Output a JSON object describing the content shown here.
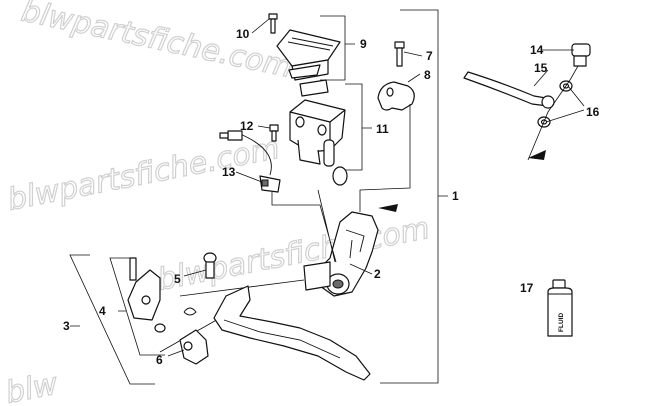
{
  "watermark": {
    "text": "blwpartsfiche.com",
    "partial_text": "blw"
  },
  "fluid_label": "FLUID",
  "callouts": [
    {
      "id": "c1",
      "label": "1"
    },
    {
      "id": "c2",
      "label": "2"
    },
    {
      "id": "c3",
      "label": "3"
    },
    {
      "id": "c4",
      "label": "4"
    },
    {
      "id": "c5",
      "label": "5"
    },
    {
      "id": "c6",
      "label": "6"
    },
    {
      "id": "c7",
      "label": "7"
    },
    {
      "id": "c8",
      "label": "8"
    },
    {
      "id": "c9",
      "label": "9"
    },
    {
      "id": "c10",
      "label": "10"
    },
    {
      "id": "c11",
      "label": "11"
    },
    {
      "id": "c12",
      "label": "12"
    },
    {
      "id": "c13",
      "label": "13"
    },
    {
      "id": "c14",
      "label": "14"
    },
    {
      "id": "c15",
      "label": "15"
    },
    {
      "id": "c16",
      "label": "16"
    },
    {
      "id": "c17",
      "label": "17"
    }
  ]
}
